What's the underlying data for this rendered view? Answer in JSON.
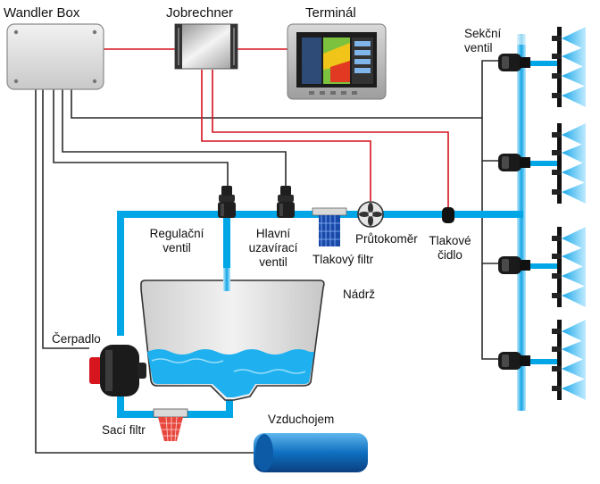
{
  "diagram": {
    "colors": {
      "pipe_blue": "#00a6e6",
      "signal_red": "#d5111e",
      "cable_dark": "#2b2b2b",
      "water": "#1fb1ef",
      "tank_gray": "#e3e3e3",
      "spray": "#8dd9f7",
      "filter_red": "#e8453c"
    },
    "labels": {
      "wandler_box": "Wandler Box",
      "jobrechner": "Jobrechner",
      "terminal": "Terminál",
      "sekcni_ventil_1": "Sekční",
      "sekcni_ventil_2": "ventil",
      "regulacni_1": "Regulační",
      "regulacni_2": "ventil",
      "hlavni_1": "Hlavní",
      "hlavni_2": "uzavírací",
      "hlavni_3": "ventil",
      "tlakovy_filtr": "Tlakový filtr",
      "prutokomer": "Průtokoměr",
      "tlakove_1": "Tlakové",
      "tlakove_2": "čidlo",
      "nadrz": "Nádrž",
      "cerpadlo": "Čerpadlo",
      "saci_filtr": "Sací filtr",
      "vzduchojem": "Vzduchojem"
    },
    "icons": {
      "wandler_box": "wandler-box-icon",
      "jobrechner": "jobrechner-icon",
      "terminal": "terminal-icon",
      "pump": "pump-icon",
      "tank": "tank-icon",
      "flowmeter": "flowmeter-icon",
      "pressure_sensor": "pressure-sensor-icon",
      "pressure_filter": "pressure-filter-icon",
      "suction_filter": "suction-filter-icon",
      "air_tank": "air-tank-icon",
      "valve": "valve-icon",
      "nozzle": "nozzle-icon"
    }
  }
}
